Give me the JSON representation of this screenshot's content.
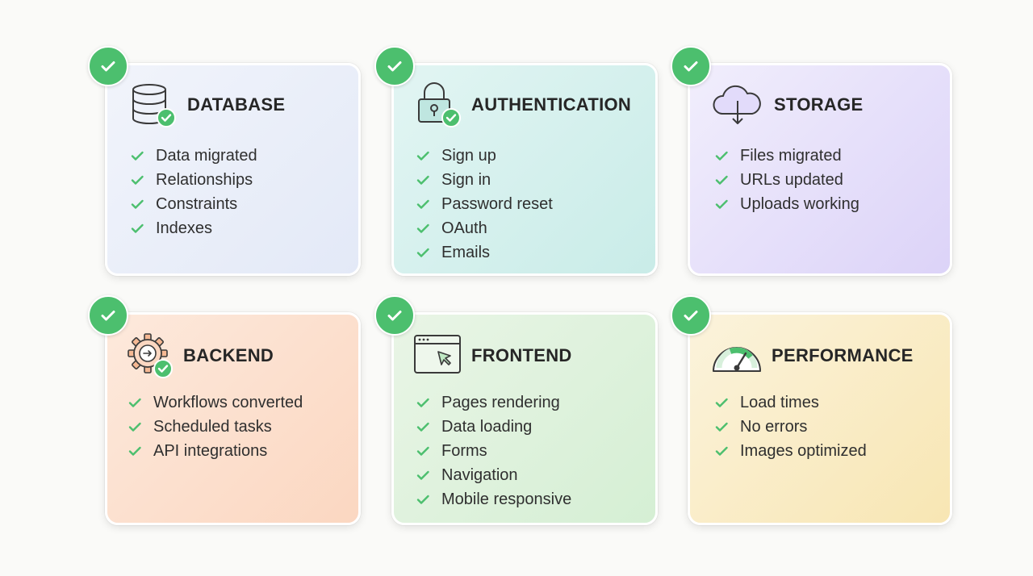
{
  "colors": {
    "check_green": "#4cbf6e",
    "database_bg": "#e8edf9",
    "authentication_bg": "#d5f0ed",
    "storage_bg": "#e6e0fa",
    "backend_bg": "#fcdfcc",
    "frontend_bg": "#dff2dd",
    "performance_bg": "#f9ecc6"
  },
  "cards": {
    "database": {
      "title": "DATABASE",
      "icon": "database-icon",
      "items": [
        "Data migrated",
        "Relationships",
        "Constraints",
        "Indexes"
      ]
    },
    "authentication": {
      "title": "AUTHENTICATION",
      "icon": "lock-icon",
      "items": [
        "Sign up",
        "Sign in",
        "Password reset",
        "OAuth",
        "Emails"
      ]
    },
    "storage": {
      "title": "STORAGE",
      "icon": "cloud-download-icon",
      "items": [
        "Files migrated",
        "URLs updated",
        "Uploads working"
      ]
    },
    "backend": {
      "title": "BACKEND",
      "icon": "gear-icon",
      "items": [
        "Workflows converted",
        "Scheduled tasks",
        "API integrations"
      ]
    },
    "frontend": {
      "title": "FRONTEND",
      "icon": "browser-cursor-icon",
      "items": [
        "Pages rendering",
        "Data loading",
        "Forms",
        "Navigation",
        "Mobile responsive"
      ]
    },
    "performance": {
      "title": "PERFORMANCE",
      "icon": "speedometer-icon",
      "items": [
        "Load times",
        "No errors",
        "Images optimized"
      ]
    }
  }
}
